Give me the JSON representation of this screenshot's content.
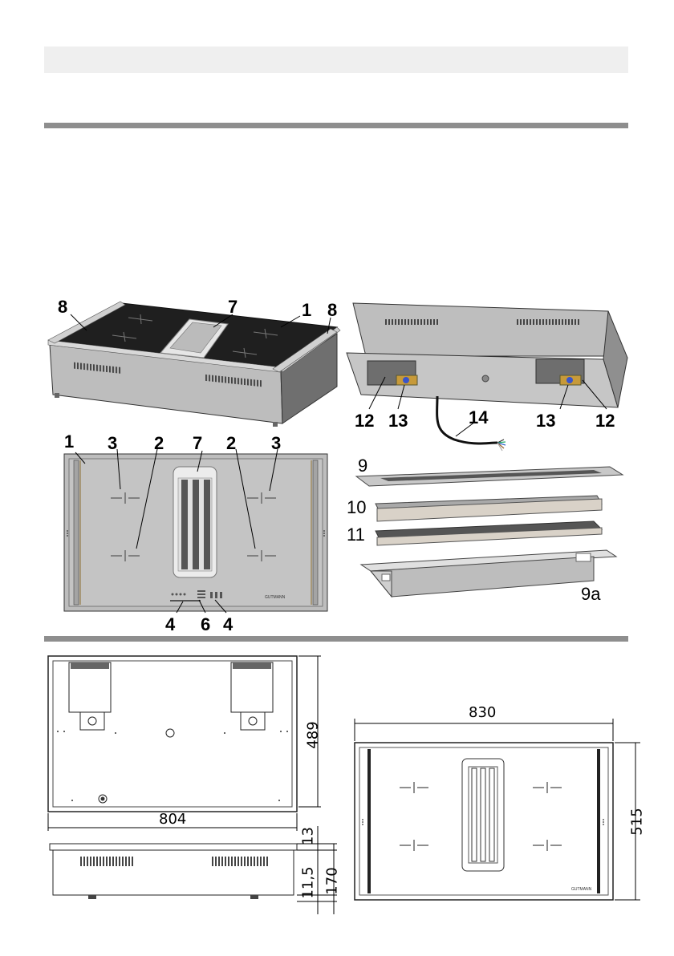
{
  "callouts": {
    "c1a": "1",
    "c7a": "7",
    "c8a": "8",
    "c8b": "8",
    "c12a": "12",
    "c13a": "13",
    "c14": "14",
    "c13b": "13",
    "c12b": "12",
    "c1b": "1",
    "c3a": "3",
    "c2a": "2",
    "c7b": "7",
    "c2b": "2",
    "c3b": "3",
    "c4a": "4",
    "c6": "6",
    "c4b": "4",
    "c9": "9",
    "c10": "10",
    "c11": "11",
    "c9a": "9a"
  },
  "dimensions": {
    "d489": "489",
    "d804": "804",
    "d13": "13",
    "d11_5": "11,5",
    "d170": "170",
    "d830": "830",
    "d515": "515"
  },
  "brand": {
    "logo_small": "GUTMANN"
  }
}
